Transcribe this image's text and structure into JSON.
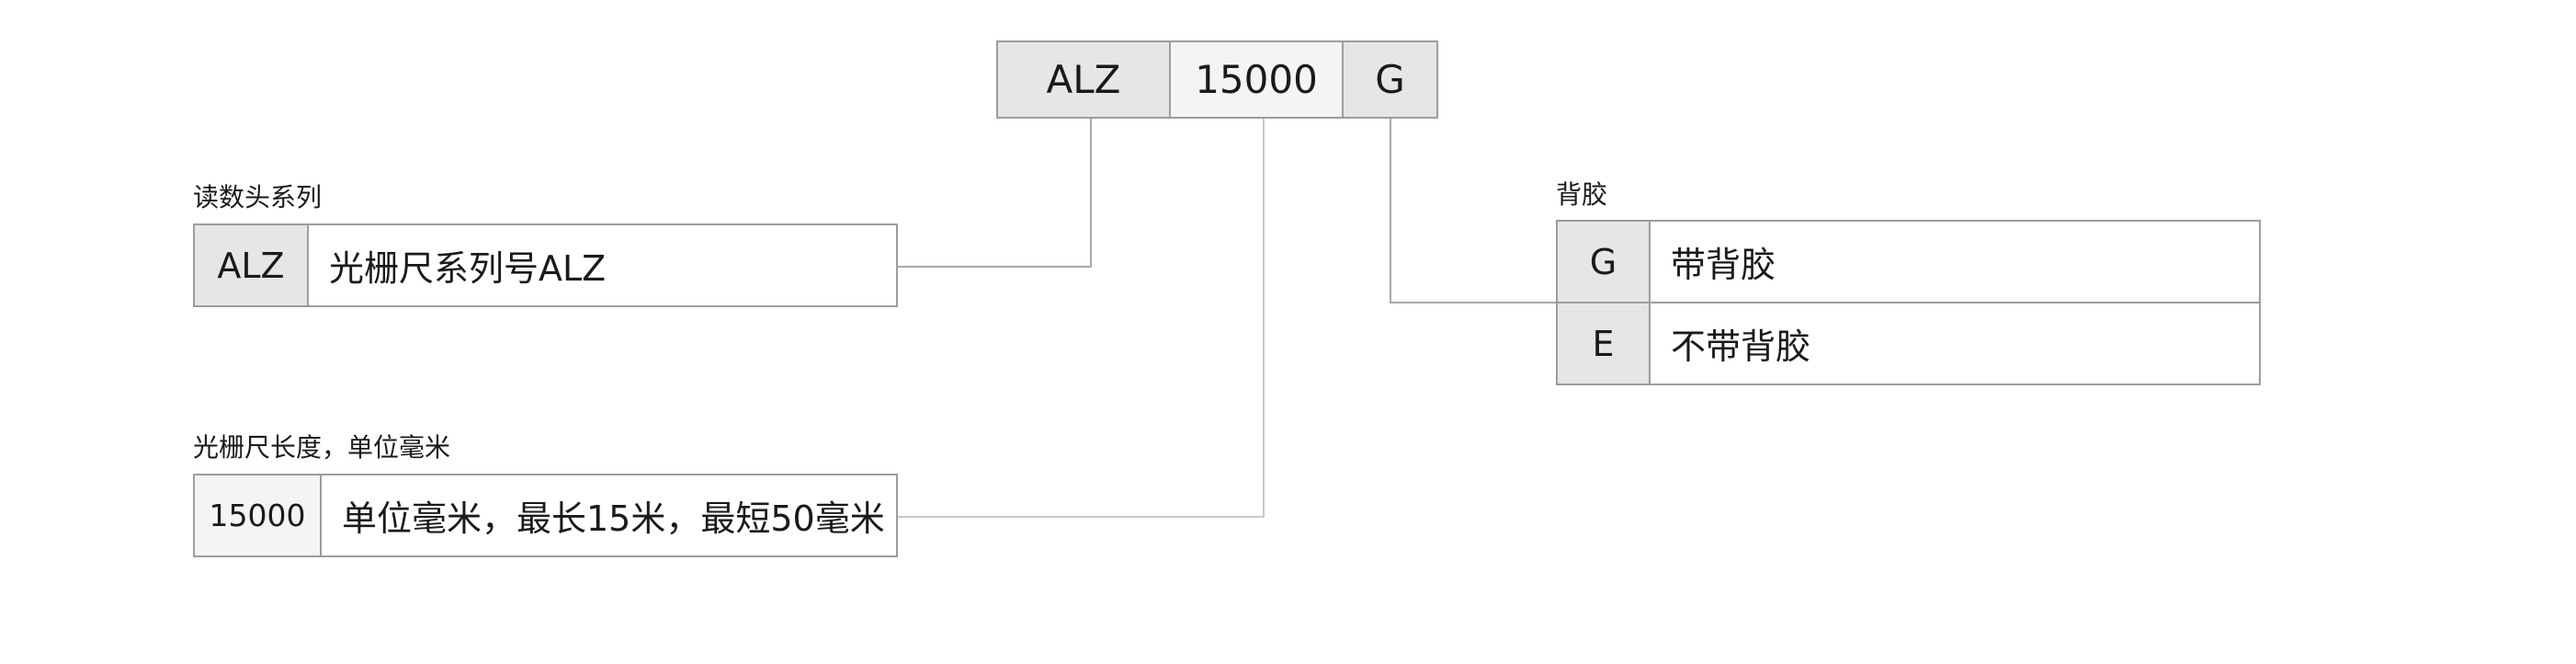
{
  "model_code": {
    "parts": [
      "ALZ",
      "15000",
      "G"
    ]
  },
  "groups": {
    "series": {
      "label": "读数头系列",
      "code": "ALZ",
      "description": "光栅尺系列号ALZ"
    },
    "length": {
      "label": "光栅尺长度，单位毫米",
      "code": "15000",
      "description": "单位毫米，最长15米，最短50毫米"
    },
    "backing": {
      "label": "背胶",
      "options": [
        {
          "code": "G",
          "description": "带背胶"
        },
        {
          "code": "E",
          "description": "不带背胶"
        }
      ]
    }
  },
  "colors": {
    "dark_cell": "#e6e6e6",
    "light_cell": "#f4f4f4",
    "border": "#9d9d9d",
    "connector": "#a8a8a8"
  }
}
